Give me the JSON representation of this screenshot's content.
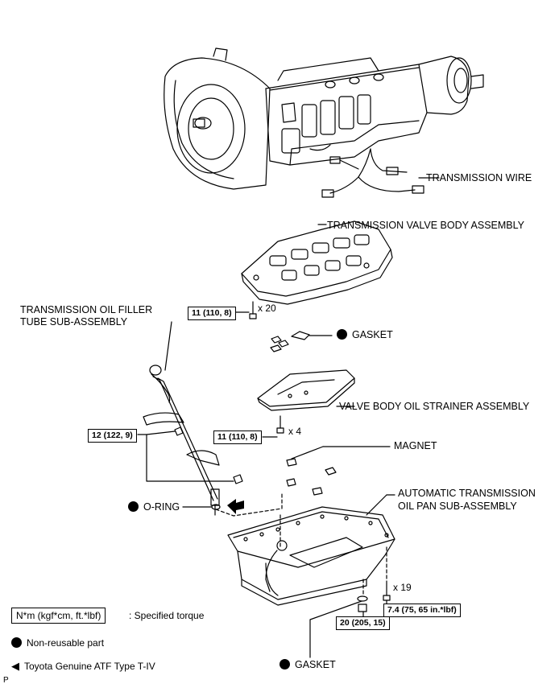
{
  "labels": {
    "transmission_wire": "TRANSMISSION WIRE",
    "valve_body_assembly": "TRANSMISSION VALVE BODY ASSEMBLY",
    "filler_tube_line1": "TRANSMISSION OIL FILLER",
    "filler_tube_line2": "TUBE SUB-ASSEMBLY",
    "gasket_top": "GASKET",
    "oil_strainer": "VALVE BODY OIL STRAINER ASSEMBLY",
    "magnet": "MAGNET",
    "oil_pan_line1": "AUTOMATIC TRANSMISSION",
    "oil_pan_line2": "OIL PAN SUB-ASSEMBLY",
    "o_ring": "O-RING",
    "gasket_bottom": "GASKET",
    "page_mark": "P"
  },
  "torques": {
    "valve_body_bolts": "11 (110, 8)",
    "strainer_bolts": "11 (110, 8)",
    "filler_tube_bolt": "12 (122, 9)",
    "oil_pan_bolts": "7.4 (75, 65 in.*lbf)",
    "drain_plug": "20 (205, 15)"
  },
  "quantities": {
    "valve_body_bolts": "x 20",
    "strainer_bolts": "x 4",
    "oil_pan_bolts": "x 19"
  },
  "legend": {
    "torque_box": "N*m (kgf*cm, ft.*lbf)",
    "torque_text": ": Specified torque",
    "non_reusable": "Non-reusable part",
    "atf": "Toyota Genuine ATF Type T-IV"
  }
}
